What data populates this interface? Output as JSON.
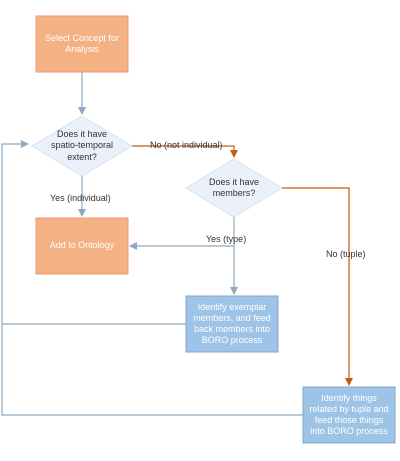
{
  "colors": {
    "orange_fill": "#F4B183",
    "orange_stroke": "#ED9B70",
    "blue_fill": "#9DC3E6",
    "blue_stroke": "#7FA7C9",
    "diamond_fill": "#EAF1FA",
    "arrow_blue": "#8EA9C1",
    "arrow_orange": "#C55A11",
    "text_dark": "#333333",
    "text_light": "#FFFFFF"
  },
  "nodes": {
    "select_concept": "Select Concept for\nAnalysis",
    "spatio_temporal": "Does it have\nspatio-temporal\nextent?",
    "has_members": "Does it have\nmembers?",
    "add_to_ontology": "Add to Ontology",
    "identify_exemplars": "Identify exemplar\nmembers, and feed\nback members into\nBORO process",
    "identify_tuple_things": "Identify things\nrelated by tuple and\nfeed those things\ninto BORO process"
  },
  "edges": {
    "no_not_individual": "No (not individual)",
    "yes_individual": "Yes (individual)",
    "yes_type": "Yes (type)",
    "no_tuple": "No (tuple)"
  }
}
